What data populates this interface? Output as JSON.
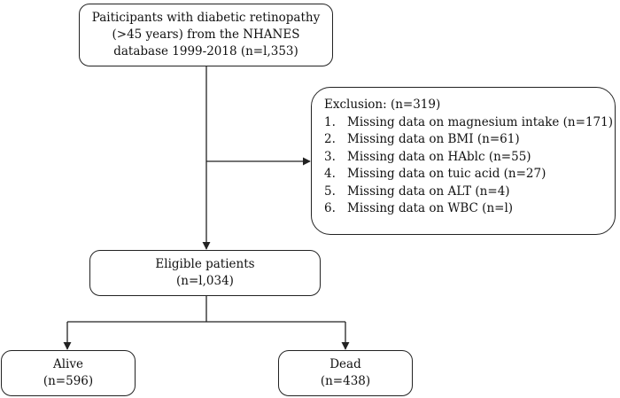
{
  "boxes": {
    "top": {
      "lines": [
        "Paiticipants with diabetic retinopathy",
        "(>45 years) from the NHANES",
        "database 1999-2018 (n=l,353)"
      ]
    },
    "exclusion": {
      "title": "Exclusion: (n=319)",
      "items": [
        {
          "num": "1.",
          "text": "Missing data on magnesium intake (n=171)"
        },
        {
          "num": "2.",
          "text": "Missing data on BMI (n=61)"
        },
        {
          "num": "3.",
          "text": "Missing data on HAblc (n=55)"
        },
        {
          "num": "4.",
          "text": "Missing data on tuic acid (n=27)"
        },
        {
          "num": "5.",
          "text": "Missing data on ALT (n=4)"
        },
        {
          "num": "6.",
          "text": "Missing data on WBC (n=l)"
        }
      ]
    },
    "eligible": {
      "lines": [
        "Eligible patients",
        "(n=l,034)"
      ]
    },
    "alive": {
      "lines": [
        "Alive",
        "(n=596)"
      ]
    },
    "dead": {
      "lines": [
        "Dead",
        "(n=438)"
      ]
    }
  },
  "colors": {
    "stroke": "#222222",
    "text": "#111111",
    "background": "#ffffff"
  }
}
